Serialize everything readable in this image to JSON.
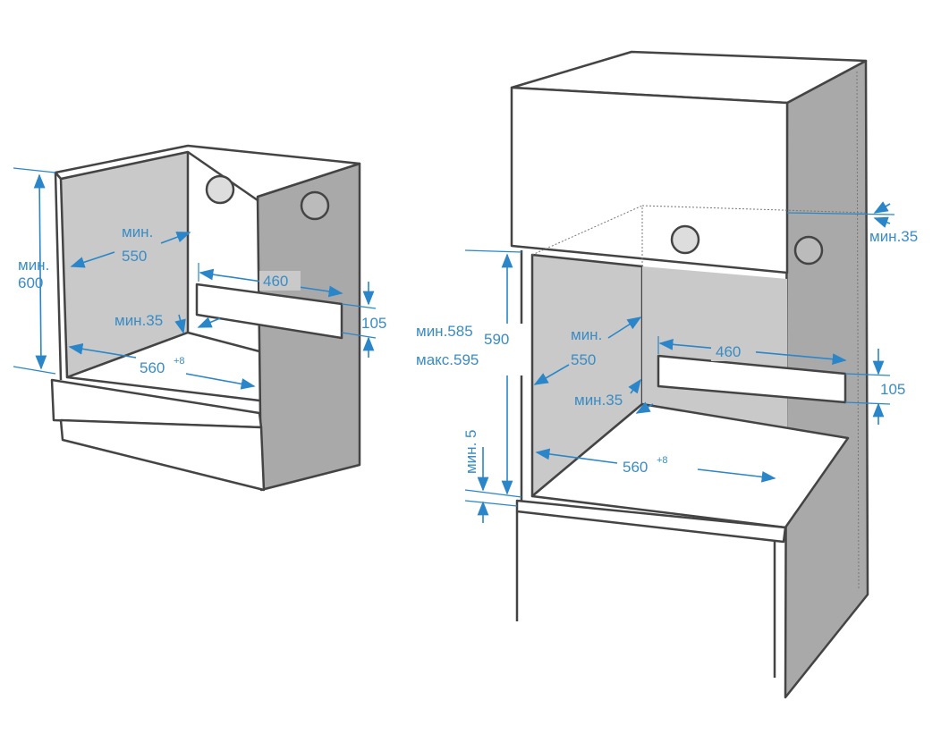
{
  "left_diagram": {
    "height_label_1": "мин.",
    "height_label_2": "600",
    "depth_label_1": "мин.",
    "depth_label_2": "550",
    "vent_width": "460",
    "vent_height": "105",
    "gap_label": "мин.35",
    "width_label": "560",
    "width_tolerance": "+8"
  },
  "right_diagram": {
    "top_gap_label": "мин.35",
    "niche_min": "мин.585",
    "niche_nominal": "590",
    "niche_max": "макс.595",
    "depth_label_1": "мин.",
    "depth_label_2": "550",
    "vent_width": "460",
    "vent_height": "105",
    "gap_label": "мин.35",
    "bottom_gap_label": "мин. 5",
    "width_label": "560",
    "width_tolerance": "+8"
  },
  "colors": {
    "dimension": "#2a86c8",
    "panel": "#c9c9c9",
    "panel_dark": "#a9a9a9"
  }
}
